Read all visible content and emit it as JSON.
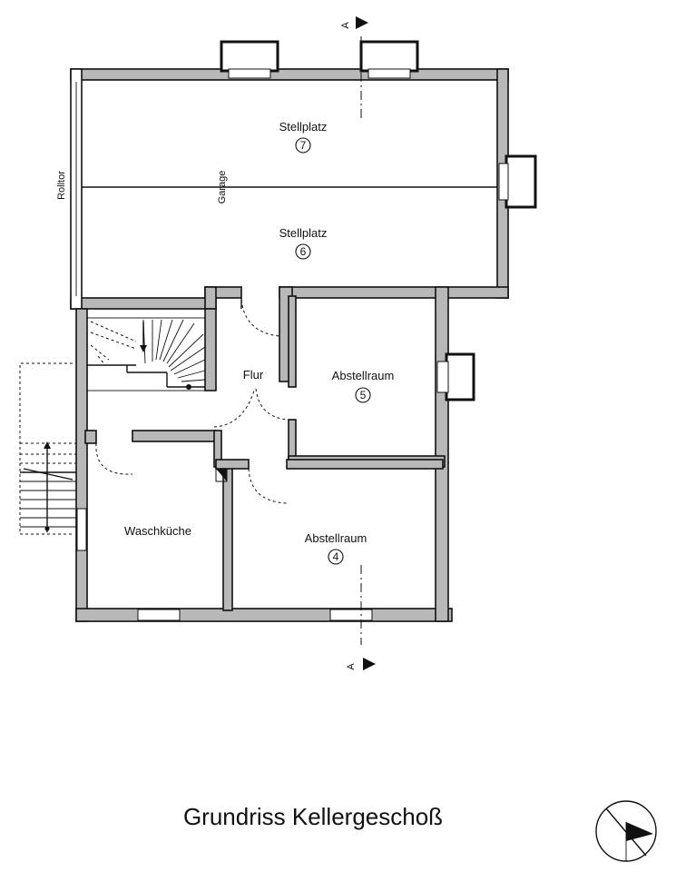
{
  "title": "Grundriss Kellergeschoß",
  "labels": {
    "rolltor": "Rolltor",
    "garage": "Garage",
    "stellplatz_7": "Stellplatz",
    "stellplatz_6": "Stellplatz",
    "flur": "Flur",
    "abstellraum_5": "Abstellraum",
    "abstellraum_4": "Abstellraum",
    "waschkueche": "Waschküche"
  },
  "room_numbers": {
    "stellplatz_7": "7",
    "stellplatz_6": "6",
    "abstellraum_5": "5",
    "abstellraum_4": "4"
  },
  "section": {
    "top": "A",
    "bottom": "A"
  },
  "icons": [
    "north-arrow-icon",
    "section-arrow-icon",
    "stair-icon",
    "door-swing-icon"
  ],
  "colors": {
    "wall_fill": "#b8b8b8",
    "line": "#111111",
    "background": "#ffffff"
  }
}
